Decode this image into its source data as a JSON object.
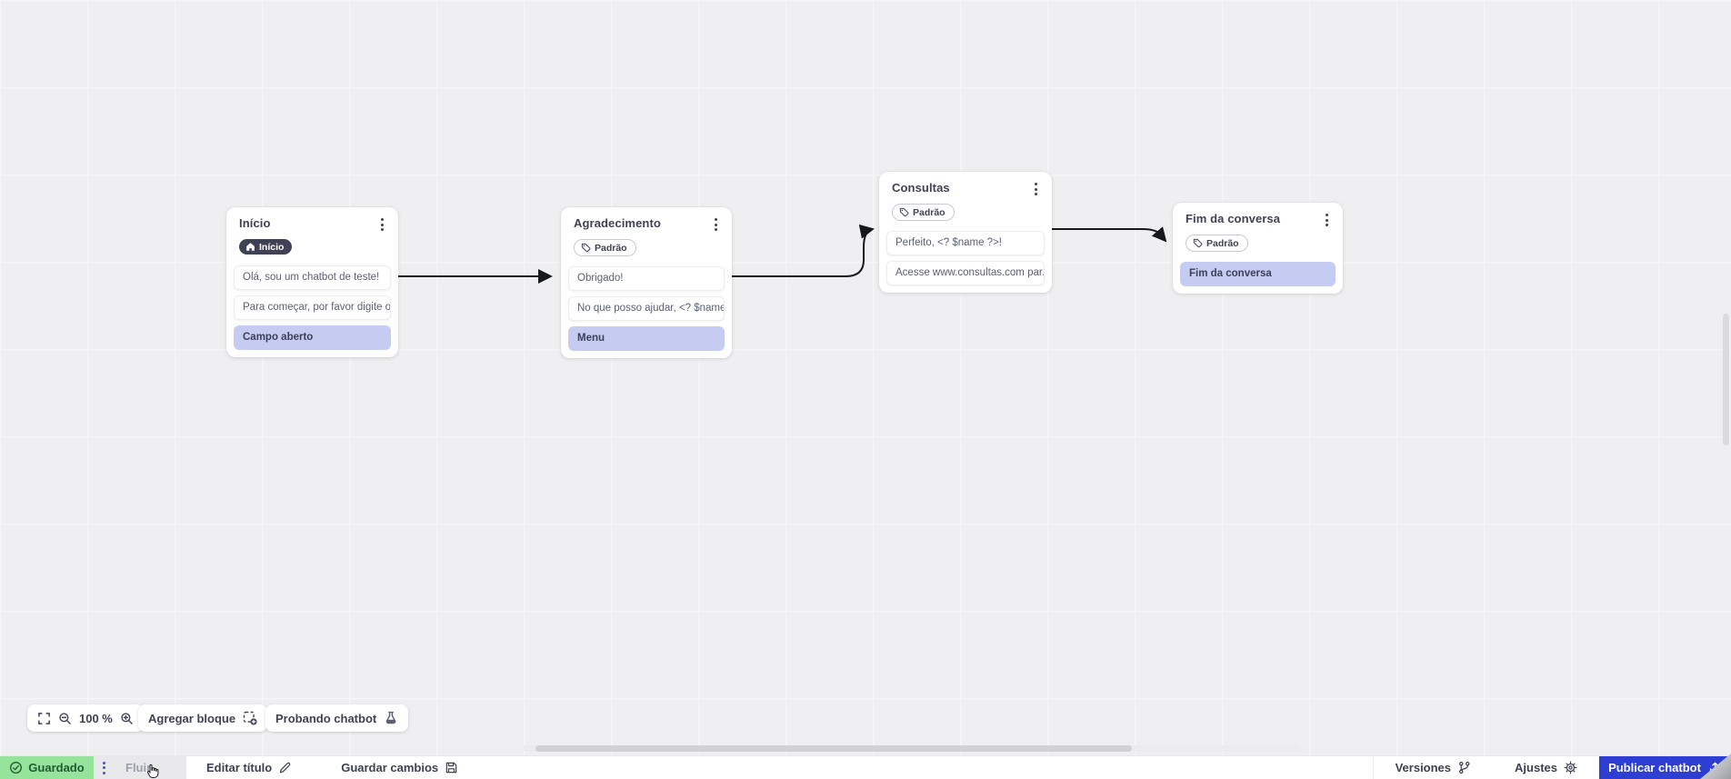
{
  "canvas": {
    "nodes": [
      {
        "title": "Início",
        "badge": "Início",
        "rows": [
          {
            "type": "message",
            "text": "Olá, sou um chatbot de teste!"
          },
          {
            "type": "message",
            "text": "Para começar, por favor digite o ..."
          },
          {
            "type": "action",
            "text": "Campo aberto"
          }
        ]
      },
      {
        "title": "Agradecimento",
        "badge": "Padrão",
        "rows": [
          {
            "type": "message",
            "text": "Obrigado!"
          },
          {
            "type": "message",
            "text": "No que posso ajudar, <? $name ..."
          },
          {
            "type": "action",
            "text": "Menu"
          }
        ]
      },
      {
        "title": "Consultas",
        "badge": "Padrão",
        "rows": [
          {
            "type": "message",
            "text": "Perfeito, <? $name ?>!"
          },
          {
            "type": "message",
            "text": "Acesse www.consultas.com par..."
          }
        ]
      },
      {
        "title": "Fim da conversa",
        "badge": "Padrão",
        "rows": [
          {
            "type": "action",
            "text": "Fim da conversa"
          }
        ]
      }
    ]
  },
  "zoom_controls": {
    "zoom_level": "100 %"
  },
  "toolbar": {
    "add_block": "Agregar bloque",
    "test_chatbot": "Probando chatbot"
  },
  "statusbar": {
    "saved": "Guardado",
    "flow_tab": "Fluir",
    "edit_title": "Editar título",
    "save_changes": "Guardar cambios",
    "versions": "Versiones",
    "settings": "Ajustes",
    "publish": "Publicar chatbot"
  },
  "icons": {
    "home": "home-icon",
    "tag": "tag-icon",
    "kebab": "kebab-menu-icon",
    "fullscreen": "fullscreen-icon",
    "zoom_out": "zoom-out-icon",
    "zoom_in": "zoom-in-icon",
    "add_block": "add-block-icon",
    "flask": "flask-icon",
    "check": "check-circle-icon",
    "pencil": "pencil-icon",
    "floppy": "save-icon",
    "branch": "versions-branch-icon",
    "gear": "gear-icon",
    "upload": "upload-icon"
  },
  "colors": {
    "accent_blue": "#2e3ed2",
    "saved_green_bg": "#96e39c",
    "saved_green_text": "#1f5c33",
    "node_action_bg": "#c6ccf1",
    "badge_dark_bg": "#3f4254",
    "canvas_bg": "#efeff1",
    "arrow": "#17181c"
  }
}
